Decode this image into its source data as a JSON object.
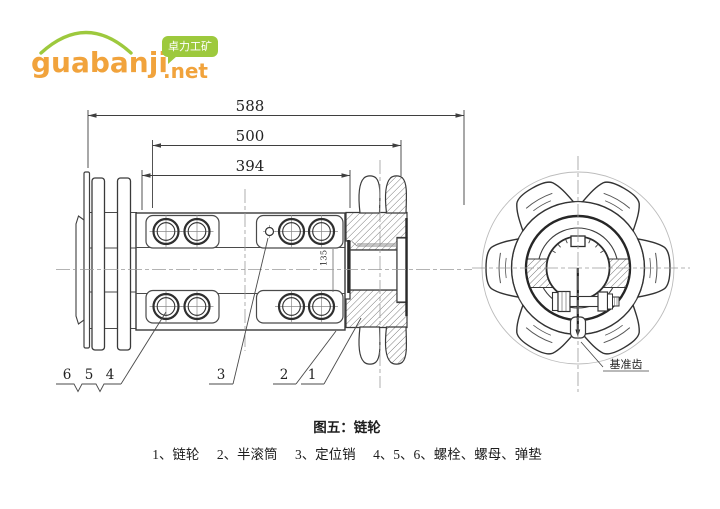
{
  "logo": {
    "brand": "guabanji",
    "tld": ".net",
    "tagline": "卓力工矿",
    "brand_color": "#F1A33C",
    "accent_green": "#9DC93D"
  },
  "drawing": {
    "dims": {
      "total_length": "588",
      "middle_length": "500",
      "inner_length": "394",
      "bore_height": "135"
    },
    "balloons": {
      "b6": "6",
      "b5": "5",
      "b4": "4",
      "b3": "3",
      "b2": "2",
      "b1": "1"
    },
    "datum_label": "基准齿"
  },
  "caption": {
    "title": "图五：链轮",
    "items": [
      "1、链轮",
      "2、半滚筒",
      "3、定位销",
      "4、5、6、螺栓、螺母、弹垫"
    ]
  }
}
